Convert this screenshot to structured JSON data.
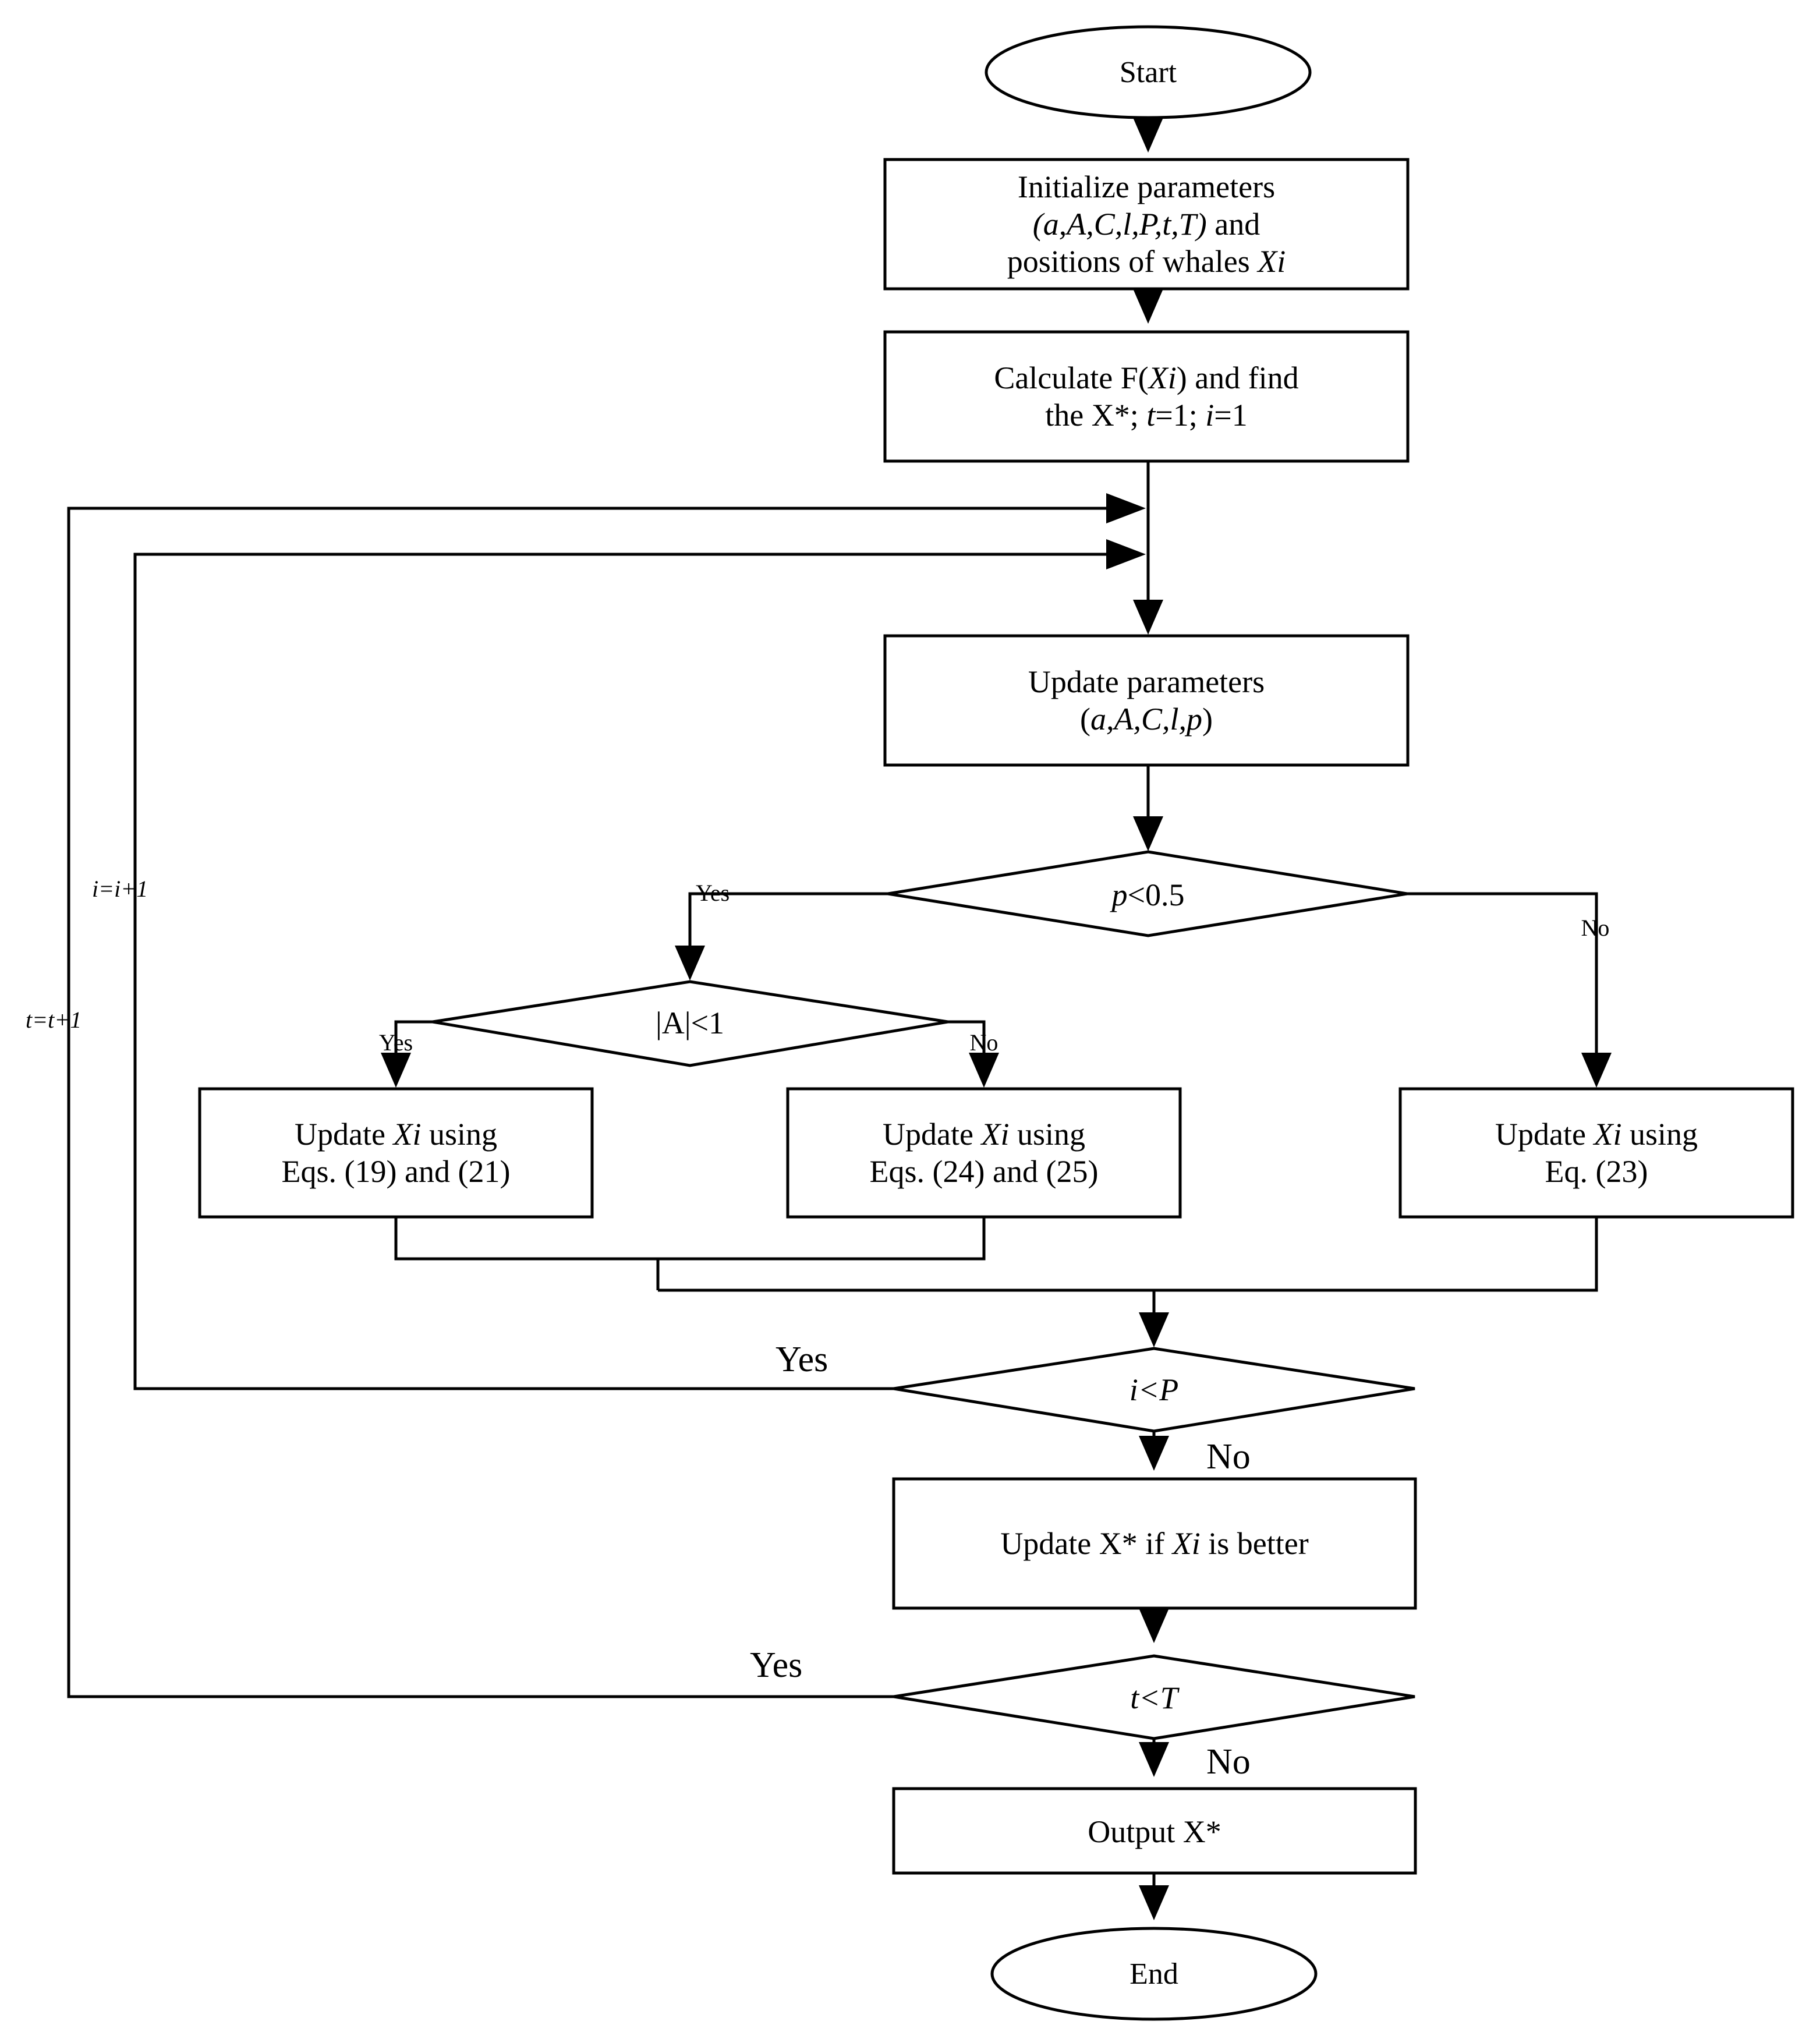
{
  "nodes": {
    "start": {
      "lines": [
        [
          {
            "t": "Start"
          }
        ]
      ]
    },
    "init": {
      "lines": [
        [
          {
            "t": "Initialize parameters"
          }
        ],
        [
          {
            "t": "(a,A,C,l,P,t,T)",
            "i": true
          },
          {
            "t": " and"
          }
        ],
        [
          {
            "t": "positions of whales "
          },
          {
            "t": "Xi",
            "i": true
          }
        ]
      ]
    },
    "calc": {
      "lines": [
        [
          {
            "t": "Calculate F("
          },
          {
            "t": "Xi",
            "i": true
          },
          {
            "t": ") and find"
          }
        ],
        [
          {
            "t": "the X*; "
          },
          {
            "t": "t",
            "i": true
          },
          {
            "t": "=1; "
          },
          {
            "t": "i",
            "i": true
          },
          {
            "t": "=1"
          }
        ]
      ]
    },
    "update_params": {
      "lines": [
        [
          {
            "t": "Update parameters"
          }
        ],
        [
          {
            "t": "("
          },
          {
            "t": "a,A,C,l,p",
            "i": true
          },
          {
            "t": ")"
          }
        ]
      ]
    },
    "p_check": {
      "lines": [
        [
          {
            "t": "p",
            "i": true
          },
          {
            "t": "<0.5"
          }
        ]
      ]
    },
    "a_check": {
      "lines": [
        [
          {
            "t": "|A|<1"
          }
        ]
      ]
    },
    "update_19_21": {
      "lines": [
        [
          {
            "t": "Update "
          },
          {
            "t": "Xi",
            "i": true
          },
          {
            "t": " using"
          }
        ],
        [
          {
            "t": "Eqs. (19) and (21)"
          }
        ]
      ]
    },
    "update_24_25": {
      "lines": [
        [
          {
            "t": "Update "
          },
          {
            "t": "Xi",
            "i": true
          },
          {
            "t": " using"
          }
        ],
        [
          {
            "t": "Eqs. (24) and (25)"
          }
        ]
      ]
    },
    "update_23": {
      "lines": [
        [
          {
            "t": "Update "
          },
          {
            "t": "Xi",
            "i": true
          },
          {
            "t": " using"
          }
        ],
        [
          {
            "t": "Eq. (23)"
          }
        ]
      ]
    },
    "i_check": {
      "lines": [
        [
          {
            "t": "i<P",
            "i": true
          }
        ]
      ]
    },
    "update_best": {
      "lines": [
        [
          {
            "t": "Update X* if "
          },
          {
            "t": "Xi",
            "i": true
          },
          {
            "t": " is better"
          }
        ]
      ]
    },
    "t_check": {
      "lines": [
        [
          {
            "t": "t<T",
            "i": true
          }
        ]
      ]
    },
    "output": {
      "lines": [
        [
          {
            "t": "Output X*"
          }
        ]
      ]
    },
    "end": {
      "lines": [
        [
          {
            "t": "End"
          }
        ]
      ]
    }
  },
  "labels": {
    "p_yes": "Yes",
    "p_no": "No",
    "a_yes": "Yes",
    "a_no": "No",
    "i_yes": "Yes",
    "i_no": "No",
    "t_yes": "Yes",
    "t_no": "No",
    "i_increment": "i=i+1",
    "t_increment": "t=t+1"
  }
}
